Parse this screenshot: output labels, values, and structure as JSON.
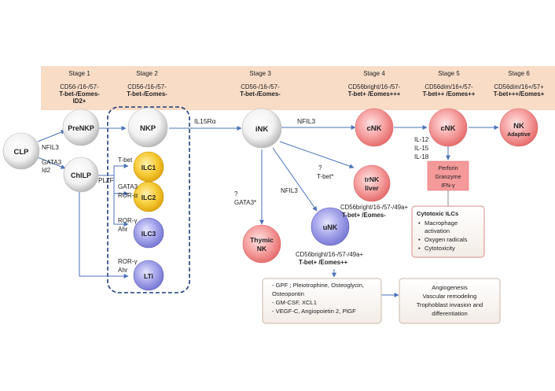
{
  "stages": [
    {
      "title": "Stage 1",
      "line1": "CD56-/16-/57-",
      "line2": "T-bet-/Eomes-",
      "line3": "ID2+"
    },
    {
      "title": "Stage 2",
      "line1": "CD56-/16-/57-",
      "line2": "T-bet-/Eomes-",
      "line3": ""
    },
    {
      "title": "Stage 3",
      "line1": "CD56-/16-/57-",
      "line2": "T-bet-/Eomes-",
      "line3": ""
    },
    {
      "title": "Stage 4",
      "line1": "CD56bright/16-/57-",
      "line2": "T-bet+ /Eomes+++",
      "line3": ""
    },
    {
      "title": "Stage 5",
      "line1": "CD56dim/16+/57-",
      "line2": "T-bet++ /Eomes++",
      "line3": ""
    },
    {
      "title": "Stage 6",
      "line1": "CD56dim/16+/57+",
      "line2": "T-bet+++/Eomes+",
      "line3": ""
    }
  ],
  "cells": {
    "clp": "CLP",
    "prenkp": "PreNKP",
    "chilp": "ChILP",
    "nkp": "NKP",
    "ilc1": "ILC1",
    "ilc2": "ILC2",
    "ilc3": "ILC3",
    "lti": "LTi",
    "ink": "iNK",
    "cnk4": "cNK",
    "cnk5": "cNK",
    "nk_adaptive_1": "NK",
    "nk_adaptive_2": "Adaptive",
    "trnk_1": "trNK",
    "trnk_2": "liver",
    "thymic_1": "Thymic",
    "thymic_2": "NK",
    "unk": "uNK"
  },
  "labels": {
    "nfil3_clp": "NFIL3",
    "gata3_clp": "GATA3",
    "id2_clp": "Id2",
    "plzf": "PLZF",
    "tbet_ilc1": "T-bet",
    "gata3_ilc2": "GATA3",
    "ror_alpha": "ROR-α",
    "ror_gamma_ilc3": "ROR-γ",
    "ahr_ilc3": "Ahr",
    "ror_gamma_lti": "ROR-γ",
    "ahr_lti": "Ahr",
    "il15ra": "IL15Rα",
    "nfil3_ink": "NFIL3",
    "il12": "IL-12",
    "il15": "IL-15",
    "il18": "IL-18",
    "q_tbet": "?",
    "tbet_star": "T-bet*",
    "trnk_markers1": "CD56bright/16-/57-/49a+",
    "trnk_markers2": "T-bet+ /Eomes-",
    "q_gata3": "?",
    "gata3_star": "GATA3*",
    "nfil3_unk": "NFIL3",
    "unk_markers1": "CD56bright/16-/57-/49a+",
    "unk_markers2": "T-bet+ /Eomes++",
    "perforin": "Perforin",
    "granzyme": "Granzyme",
    "ifng": "IFN-γ"
  },
  "cytotoxic": {
    "title": "Cytotoxic ILCs",
    "items": [
      "Macrophage activation",
      "Oxygen radicals",
      "Cytotoxicity"
    ]
  },
  "factors": {
    "items": [
      "GPF ; Pleiotrophine, Osteoglycin, Osteopontin",
      "GM-CSF, XCL1",
      "VEGF-C, Angiopoietin 2, PlGF"
    ]
  },
  "outcomes": {
    "items": [
      "Angiogenesis",
      "Vascular remodeling",
      "Trophoblast invasion and differentiation"
    ]
  },
  "colors": {
    "band": "#f9dcc6",
    "gray_cell": "#d9d9d9",
    "pink_cell": "#f28a8a",
    "yellow_cell": "#f6c21c",
    "purple_cell": "#8f8fe0",
    "perforin_box": "#f59a9a",
    "arrow": "#4a73b8"
  }
}
